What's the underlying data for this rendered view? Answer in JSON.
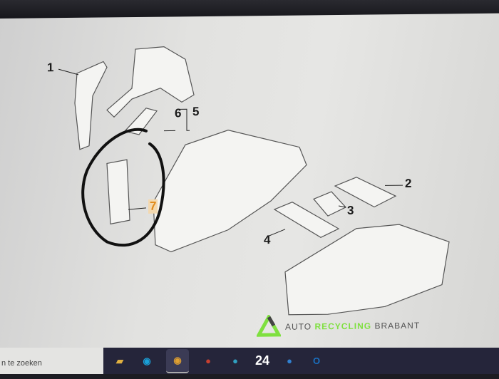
{
  "diagram": {
    "callouts": [
      "1",
      "2",
      "3",
      "4",
      "5",
      "6",
      "7"
    ],
    "highlighted_callout": "7"
  },
  "watermark": {
    "word1": "AUTO",
    "word2": "RECYCLING",
    "word3": "BRABANT"
  },
  "taskbar": {
    "search_text": "n te zoeken",
    "apps": [
      {
        "name": "file-explorer",
        "glyph": "▰",
        "color": "#e0b040"
      },
      {
        "name": "edge",
        "glyph": "◉",
        "color": "#1aa0d8"
      },
      {
        "name": "chrome",
        "glyph": "◉",
        "color": "#e0a030"
      },
      {
        "name": "app-red",
        "glyph": "●",
        "color": "#c84030"
      },
      {
        "name": "app-teal",
        "glyph": "●",
        "color": "#30a0c0"
      },
      {
        "name": "app-24",
        "glyph": "24",
        "color": "#25253a"
      },
      {
        "name": "app-blue",
        "glyph": "●",
        "color": "#3080d0"
      },
      {
        "name": "outlook",
        "glyph": "O",
        "color": "#1a70c0"
      }
    ]
  }
}
